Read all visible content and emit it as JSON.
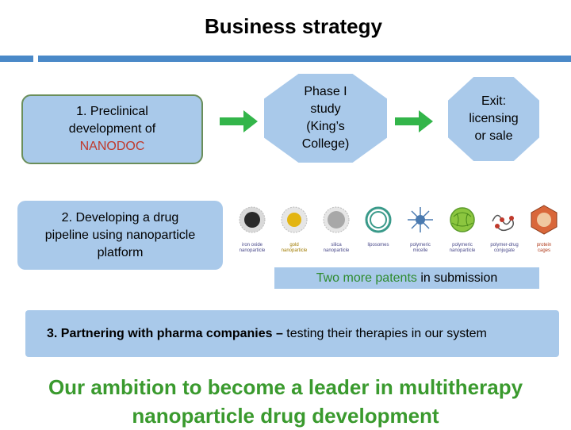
{
  "title": "Business strategy",
  "step1": {
    "line1": "1. Preclinical",
    "line2": "development of",
    "line3": "NANODOC"
  },
  "phase": {
    "line1": "Phase I",
    "line2": "study",
    "line3": "(King’s",
    "line4": "College)"
  },
  "exit": {
    "line1": "Exit:",
    "line2": "licensing",
    "line3": "or sale"
  },
  "step2": {
    "line1": "2. Developing a drug",
    "line2": "pipeline using nanoparticle",
    "line3": "platform"
  },
  "nanoparticles": [
    {
      "l1": "iron oxide",
      "l2": "nanoparticle"
    },
    {
      "l1": "gold",
      "l2": "nanoparticle"
    },
    {
      "l1": "silica",
      "l2": "nanoparticle"
    },
    {
      "l1": "liposomes",
      "l2": ""
    },
    {
      "l1": "polymeric",
      "l2": "micelle"
    },
    {
      "l1": "polymeric",
      "l2": "nanoparticle"
    },
    {
      "l1": "polymer-drug",
      "l2": "conjugate"
    },
    {
      "l1": "protein",
      "l2": "cages"
    }
  ],
  "patents": {
    "highlight": "Two more patents",
    "rest": " in submission"
  },
  "step3": {
    "bold": "3. Partnering with pharma companies –",
    "rest": " testing their therapies in our system"
  },
  "ambition": {
    "line1": "Our ambition to become a leader in multitherapy",
    "line2": "nanoparticle drug development"
  },
  "colors": {
    "box": "#a9c9ea",
    "accent_rule": "#4a89c8",
    "arrow": "#33b54a",
    "ambition": "#3a9a2e",
    "nanodoc": "#c0392b"
  }
}
